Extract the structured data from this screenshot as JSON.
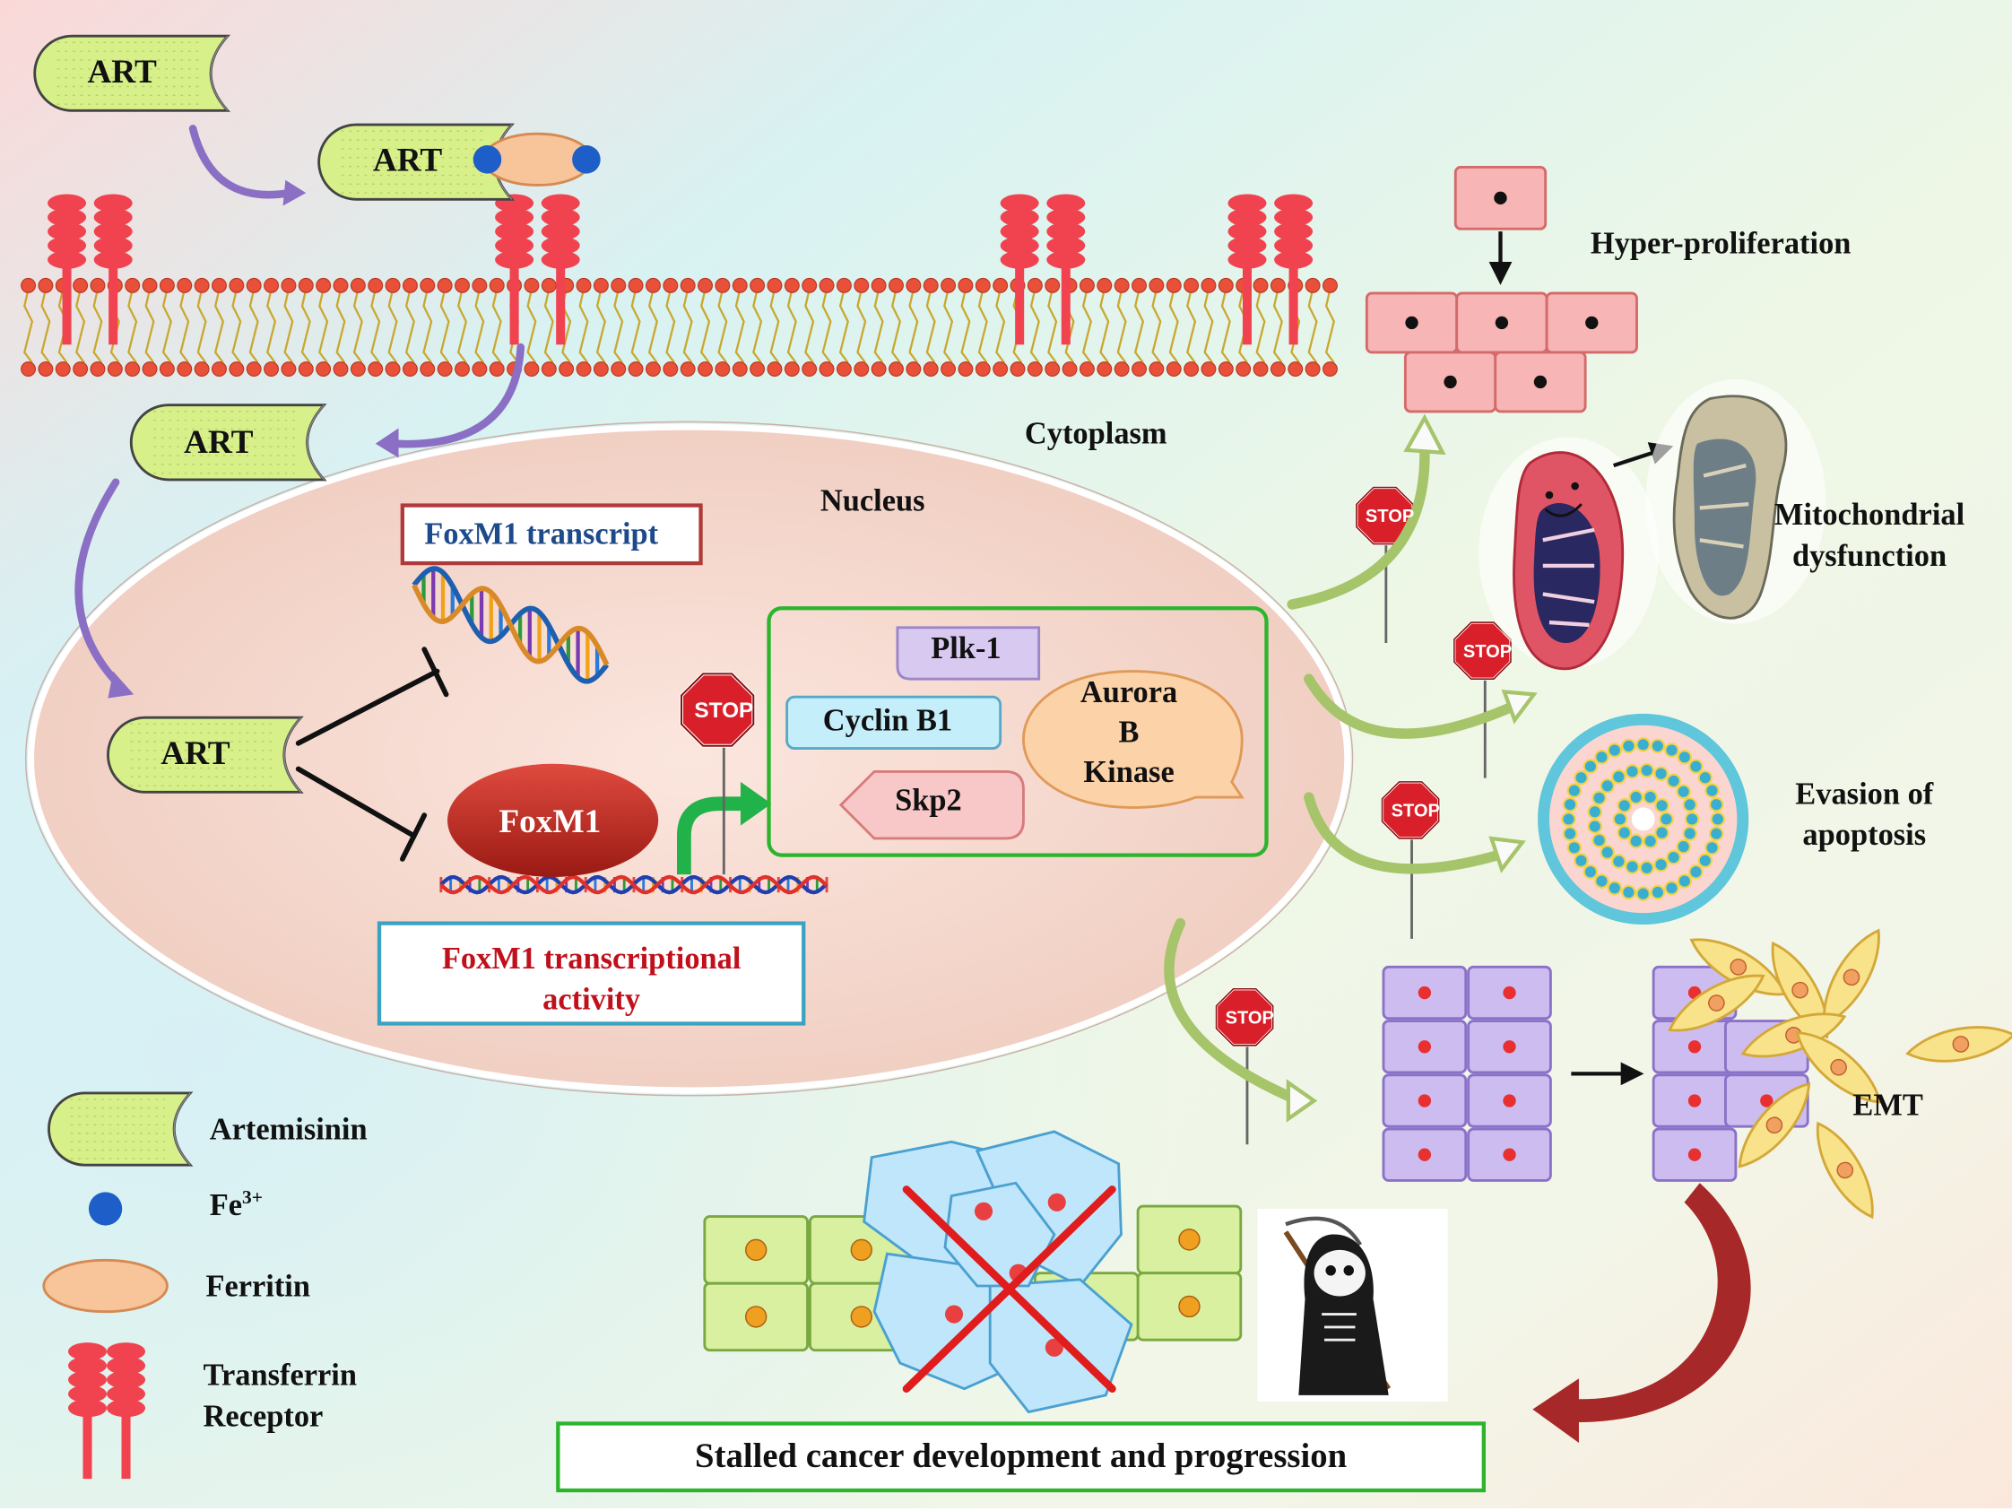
{
  "labels": {
    "art": "ART",
    "cytoplasm": "Cytoplasm",
    "nucleus": "Nucleus",
    "foxm1_transcript": "FoxM1 transcript",
    "foxm1": "FoxM1",
    "foxm1_activity_line1": "FoxM1 transcriptional",
    "foxm1_activity_line2": "activity",
    "plk1": "Plk-1",
    "cyclin_b1": "Cyclin B1",
    "skp2": "Skp2",
    "aurora_line1": "Aurora",
    "aurora_line2": "B",
    "aurora_line3": "Kinase",
    "stop": "STOP",
    "hyper_proliferation": "Hyper-proliferation",
    "mito_line1": "Mitochondrial",
    "mito_line2": "dysfunction",
    "evasion_line1": "Evasion of",
    "evasion_line2": "apoptosis",
    "emt": "EMT",
    "conclusion": "Stalled cancer development and progression"
  },
  "legend": {
    "artemisinin": "Artemisinin",
    "fe": "Fe",
    "fe_sup": "3+",
    "ferritin": "Ferritin",
    "transferrin_line1": "Transferrin",
    "transferrin_line2": "Receptor"
  },
  "colors": {
    "art_fill": "#d8f08a",
    "receptor": "#f0434f",
    "membrane_head": "#e8503a",
    "membrane_tail": "#c8a830",
    "nucleus_fill": "#f6dcd2",
    "box_green": "#2db42d",
    "box_red": "#b03a3a",
    "box_blue": "#3aa3c0",
    "arrow_purple": "#8a6fc4",
    "arrow_green": "#a6c46a",
    "arrow_red": "#a62828",
    "stop_red": "#d9202a"
  },
  "icons": [
    "artemisinin-capsule-icon",
    "fe-ion-icon",
    "ferritin-icon",
    "transferrin-receptor-icon",
    "stop-sign-icon",
    "dna-helix-icon",
    "mitochondrion-icon",
    "apoptotic-body-icon",
    "grim-reaper-icon",
    "cross-mark-icon"
  ]
}
